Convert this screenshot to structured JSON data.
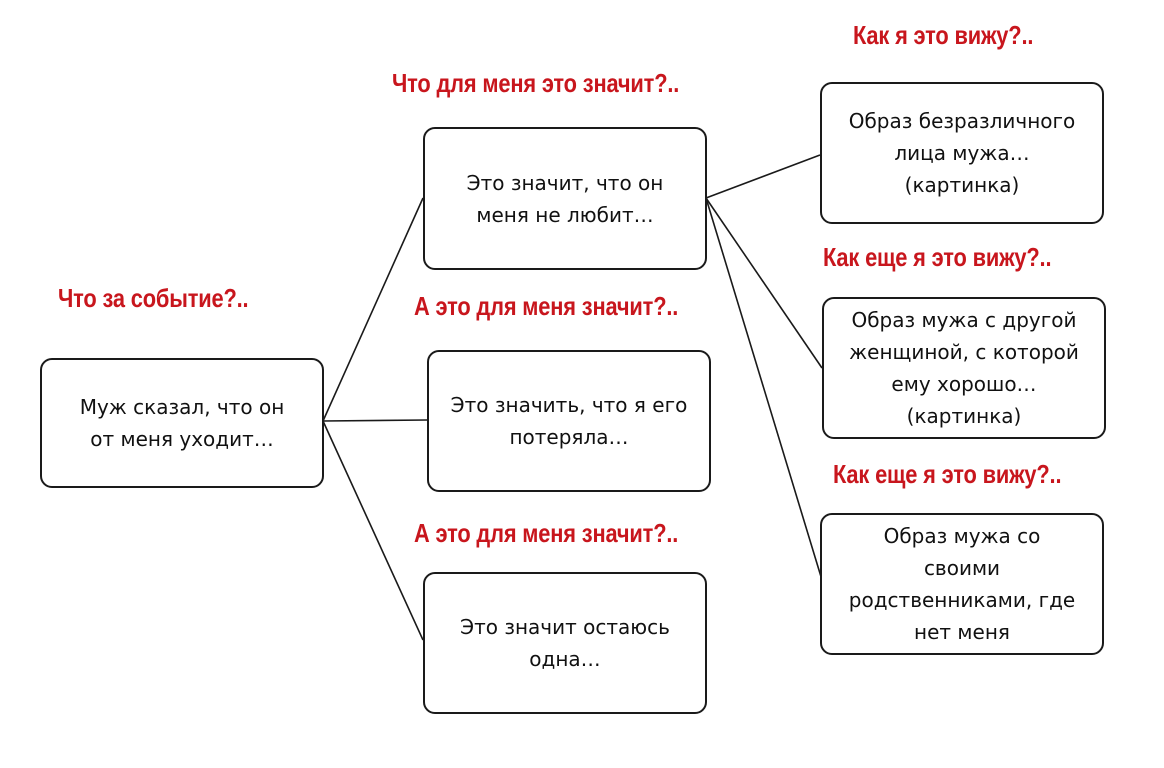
{
  "colors": {
    "question": "#c8161d",
    "box_border": "#1a1a1a",
    "text": "#111111",
    "background": "#ffffff"
  },
  "questions": {
    "event": "Что за событие?..",
    "meaning": "Что для меня это значит?..",
    "meaning_more_1": "А это для меня значит?..",
    "meaning_more_2": "А это для меня значит?..",
    "see": "Как я это вижу?..",
    "see_more_1": "Как еще я это вижу?..",
    "see_more_2": "Как еще я это вижу?.."
  },
  "nodes": {
    "event": "Муж сказал, что он\nот меня уходит…",
    "meaning_1": "Это значит, что он\nменя не любит…",
    "meaning_2": "Это значить, что я его\nпотеряла…",
    "meaning_3": "Это значит остаюсь\nодна…",
    "image_1": "Образ безразличного\nлица мужа…\n(картинка)",
    "image_2": "Образ мужа с другой\nженщиной, с которой\nему хорошо…\n(картинка)",
    "image_3": "Образ мужа со\nсвоими\nродственниками, где\nнет меня"
  }
}
